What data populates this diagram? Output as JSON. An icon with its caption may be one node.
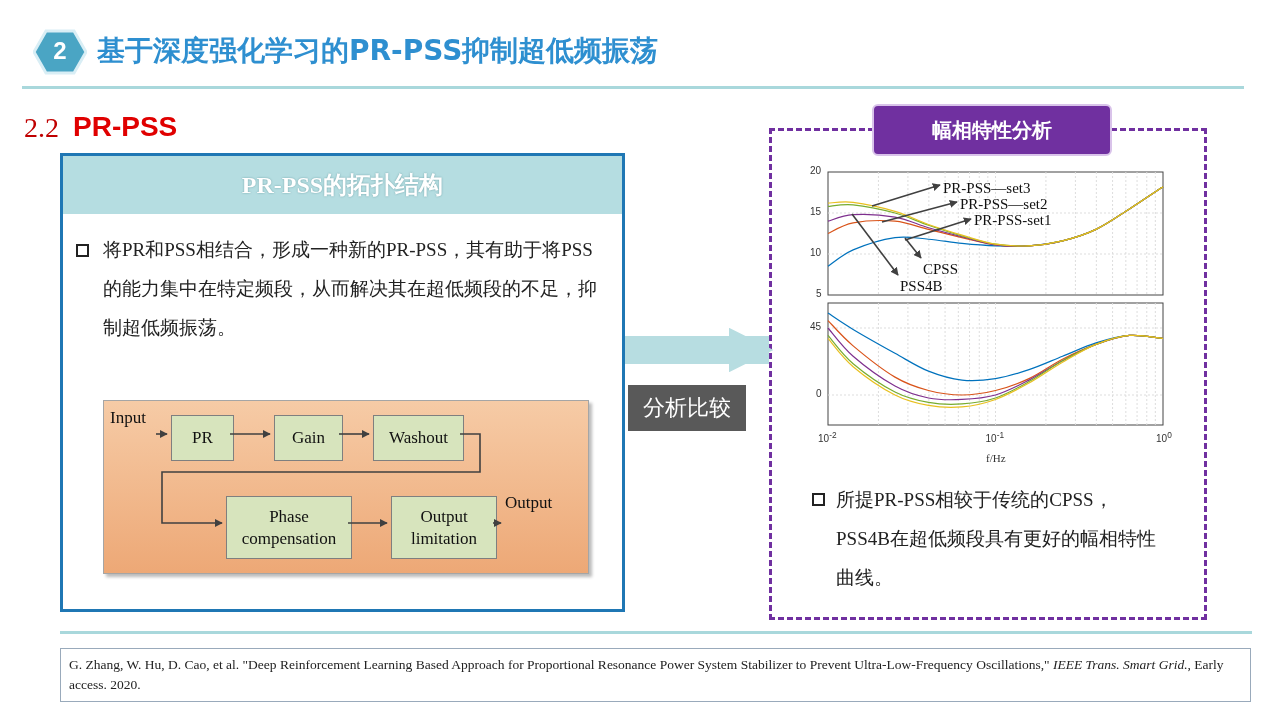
{
  "diagram": {
    "title": "基于深度强化学习的PR-PSS抑制超低频振荡",
    "nodes": [
      {
        "text": [
          "PR-PSS的拓扑结构",
          "将PR和PSS相结合，形成一种新的PR-PSS，其有助于将PSS的能力集中在特定频段，从而解决其在超低频段的不足，抑制超低频振荡。"
        ]
      },
      {
        "text": [],
        "shape": "box",
        "in": 0
      },
      {
        "text": [
          "Input"
        ],
        "in": 1
      },
      {
        "text": [
          "PR"
        ],
        "in": 1
      },
      {
        "text": [
          "Gain"
        ],
        "in": 1
      },
      {
        "text": [
          "Washout"
        ],
        "in": 1
      },
      {
        "text": [
          "Phase compensation"
        ],
        "in": 1
      },
      {
        "text": [
          "Output limitation"
        ],
        "in": 1
      },
      {
        "text": [
          "Output"
        ],
        "in": 1
      },
      {
        "text": [
          "幅相特性分析",
          "所提PR-PSS相较于传统的CPSS，PSS4B在超低频段具有更好的幅相特性曲线。"
        ]
      },
      {
        "text": [
          "PR-PSS—set3"
        ],
        "in": 9
      },
      {
        "text": [
          "PR-PSS—set2"
        ],
        "in": 9
      },
      {
        "text": [
          "PR-PSS-set1"
        ],
        "in": 9
      },
      {
        "text": [
          "CPSS"
        ],
        "in": 9
      },
      {
        "text": [
          "PSS4B"
        ],
        "in": 9
      }
    ],
    "edges": [
      {
        "from": 2,
        "to": 3,
        "arrow": "to"
      },
      {
        "from": 3,
        "to": 4,
        "arrow": "to"
      },
      {
        "from": 4,
        "to": 5,
        "arrow": "to"
      },
      {
        "from": 5,
        "to": 6,
        "arrow": "to"
      },
      {
        "from": 6,
        "to": 7,
        "arrow": "to"
      },
      {
        "from": 7,
        "to": 8,
        "arrow": "to"
      },
      {
        "from": 0,
        "to": 9,
        "arrow": "to",
        "label": "分析比较",
        "style": "thick",
        "color": "#b7dde1"
      },
      {
        "from": null,
        "to": 10,
        "arrow": "to"
      },
      {
        "from": null,
        "to": 11,
        "arrow": "to"
      },
      {
        "from": null,
        "to": 12,
        "arrow": "to"
      },
      {
        "from": null,
        "to": 13,
        "arrow": "to"
      },
      {
        "from": null,
        "to": 14,
        "arrow": "to"
      }
    ],
    "labels": [
      "2",
      "2.2",
      "PR-PSS",
      "20",
      "15",
      "10",
      "5",
      "45",
      "0",
      "10$^{-2}$",
      "10$^{-1}$",
      "10$^{0}$",
      "f/Hz",
      "G. Zhang, W. Hu, D. Cao, et al. \"Deep Reinforcement Learning Based Approach for Proportional Resonance Power System Stabilizer to Prevent Ultra-Low-Frequency Oscillations,\" *IEEE Trans. Smart Grid.*, Early access. 2020."
    ]
  }
}
